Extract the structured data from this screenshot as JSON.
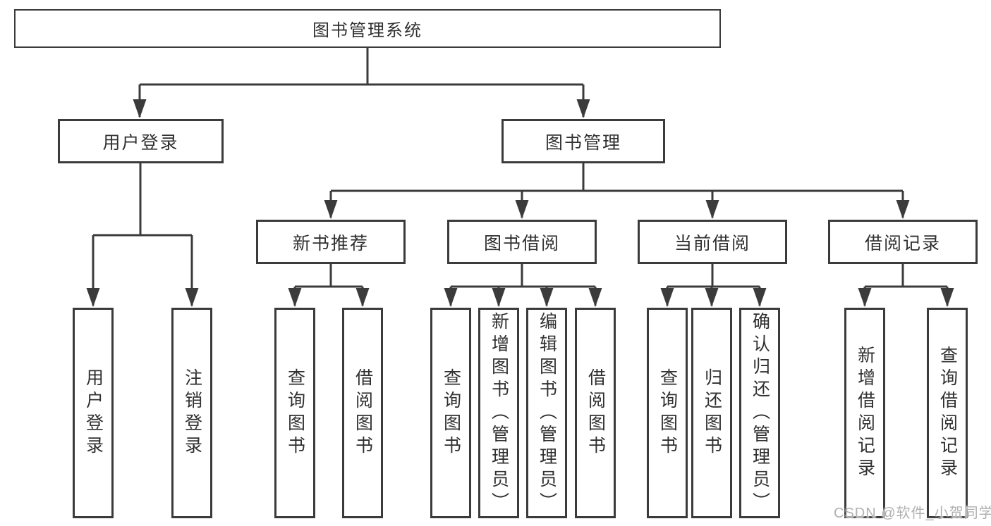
{
  "root": {
    "label": "图书管理系统"
  },
  "tree": {
    "branches": [
      {
        "label": "用户登录",
        "children": [
          {
            "label": "用户登录"
          },
          {
            "label": "注销登录"
          }
        ]
      },
      {
        "label": "图书管理",
        "groups": [
          {
            "label": "新书推荐",
            "children": [
              {
                "label": "查询图书"
              },
              {
                "label": "借阅图书"
              }
            ]
          },
          {
            "label": "图书借阅",
            "children": [
              {
                "label": "查询图书"
              },
              {
                "label": "新增图书（管理员）"
              },
              {
                "label": "编辑图书（管理员）"
              },
              {
                "label": "借阅图书"
              }
            ]
          },
          {
            "label": "当前借阅",
            "children": [
              {
                "label": "查询图书"
              },
              {
                "label": "归还图书"
              },
              {
                "label": "确认归还（管理员）"
              }
            ]
          },
          {
            "label": "借阅记录",
            "children": [
              {
                "label": "新增借阅记录"
              },
              {
                "label": "查询借阅记录"
              }
            ]
          }
        ]
      }
    ]
  },
  "watermark": {
    "text": "CSDN @软件_小贺同学"
  },
  "colors": {
    "line": "#3b3b3b",
    "text": "#303030",
    "box_bg": "#ffffff",
    "watermark": "#b0b0b0"
  }
}
